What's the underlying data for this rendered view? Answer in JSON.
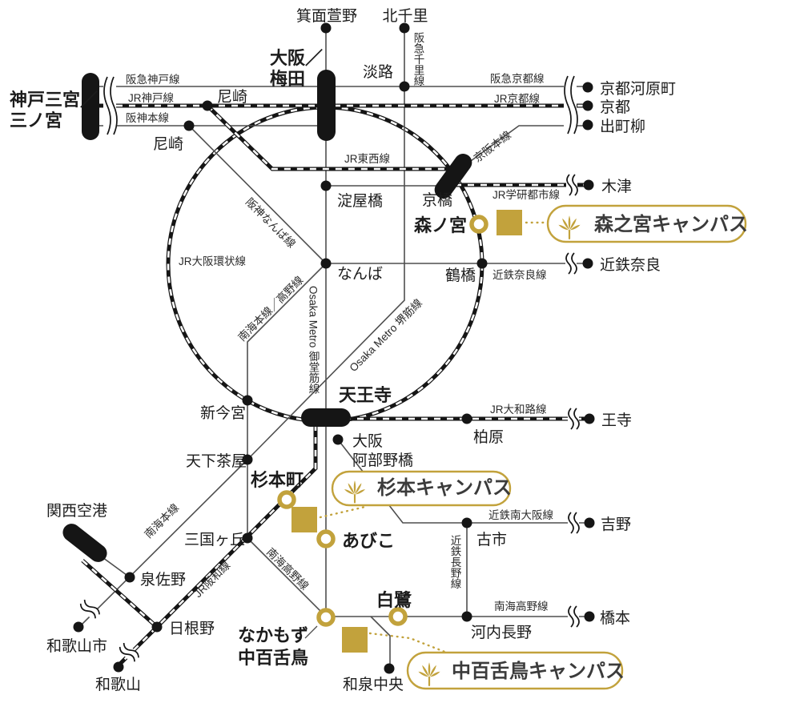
{
  "colors": {
    "gold": "#C2A23C",
    "rail_black": "#151515",
    "thin_line": "#4f4f4f",
    "text": "#1c1c1c"
  },
  "stations": {
    "kobe_sannomiya_l1": {
      "label": "神戸三宮／"
    },
    "kobe_sannomiya_l2": {
      "label": "三ノ宮"
    },
    "osaka_umeda_l1": {
      "label": "大阪／"
    },
    "osaka_umeda_l2": {
      "label": "梅田"
    },
    "minoh_kayano": {
      "label": "箕面萱野"
    },
    "kita_senri": {
      "label": "北千里"
    },
    "awaji": {
      "label": "淡路"
    },
    "amagasaki_jr": {
      "label": "尼崎"
    },
    "amagasaki_hanshin": {
      "label": "尼崎"
    },
    "kyoto_kawaramachi": {
      "label": "京都河原町"
    },
    "kyoto": {
      "label": "京都"
    },
    "demachiyanagi": {
      "label": "出町柳"
    },
    "kizu": {
      "label": "木津"
    },
    "yodoyabashi": {
      "label": "淀屋橋"
    },
    "kyobashi": {
      "label": "京橋"
    },
    "morinomiya": {
      "label": "森ノ宮"
    },
    "namba": {
      "label": "なんば"
    },
    "tsuruhashi": {
      "label": "鶴橋"
    },
    "kintetsu_nara": {
      "label": "近鉄奈良"
    },
    "tennoji": {
      "label": "天王寺"
    },
    "shin_imamiya": {
      "label": "新今宮"
    },
    "osaka_abenobashi_l1": {
      "label": "大阪"
    },
    "osaka_abenobashi_l2": {
      "label": "阿部野橋"
    },
    "kashiwara": {
      "label": "柏原"
    },
    "oji": {
      "label": "王寺"
    },
    "tengachaya": {
      "label": "天下茶屋"
    },
    "sugimotocho": {
      "label": "杉本町"
    },
    "abiko": {
      "label": "あびこ"
    },
    "mikunigaoka": {
      "label": "三国ヶ丘"
    },
    "furuichi": {
      "label": "古市"
    },
    "yoshino": {
      "label": "吉野"
    },
    "kansai_airport": {
      "label": "関西空港"
    },
    "izumisano": {
      "label": "泉佐野"
    },
    "hineno": {
      "label": "日根野"
    },
    "wakayamashi": {
      "label": "和歌山市"
    },
    "wakayama": {
      "label": "和歌山"
    },
    "nakamozu_l1": {
      "label": "なかもず"
    },
    "nakamozu_l2": {
      "label": "中百舌鳥"
    },
    "shirasagi": {
      "label": "白鷺"
    },
    "kawachinagano": {
      "label": "河内長野"
    },
    "hashimoto": {
      "label": "橋本"
    },
    "izumi_chuo": {
      "label": "和泉中央"
    }
  },
  "lines": {
    "hankyu_kobe": {
      "label": "阪急神戸線"
    },
    "jr_kobe": {
      "label": "JR神戸線"
    },
    "hanshin_main": {
      "label": "阪神本線"
    },
    "hankyu_kyoto": {
      "label": "阪急京都線"
    },
    "jr_kyoto": {
      "label": "JR京都線"
    },
    "hankyu_senri": {
      "label": "阪急千里線"
    },
    "keihan_main": {
      "label": "京阪本線"
    },
    "jr_tozai": {
      "label": "JR東西線"
    },
    "jr_gakkentoshi": {
      "label": "JR学研都市線"
    },
    "jr_osaka_loop": {
      "label": "JR大阪環状線"
    },
    "hanshin_namba": {
      "label": "阪神なんば線"
    },
    "kintetsu_nara_line": {
      "label": "近鉄奈良線"
    },
    "nankai_main_koya": {
      "label": "南海本線／高野線"
    },
    "midosuji": {
      "label": "Osaka Metro 御堂筋線"
    },
    "sakaisuji": {
      "label": "Osaka Metro 堺筋線"
    },
    "jr_yamatoji": {
      "label": "JR大和路線"
    },
    "kintetsu_minami_osaka": {
      "label": "近鉄南大阪線"
    },
    "kintetsu_nagano": {
      "label": "近鉄長野線"
    },
    "nankai_main": {
      "label": "南海本線"
    },
    "jr_hanwa": {
      "label": "JR阪和線"
    },
    "nankai_koya_diag": {
      "label": "南海高野線"
    },
    "nankai_koya_horiz": {
      "label": "南海高野線"
    }
  },
  "campuses": {
    "morinomiya": {
      "label": "森之宮キャンパス"
    },
    "sugimoto": {
      "label": "杉本キャンパス"
    },
    "nakamozu": {
      "label": "中百舌鳥キャンパス"
    }
  }
}
